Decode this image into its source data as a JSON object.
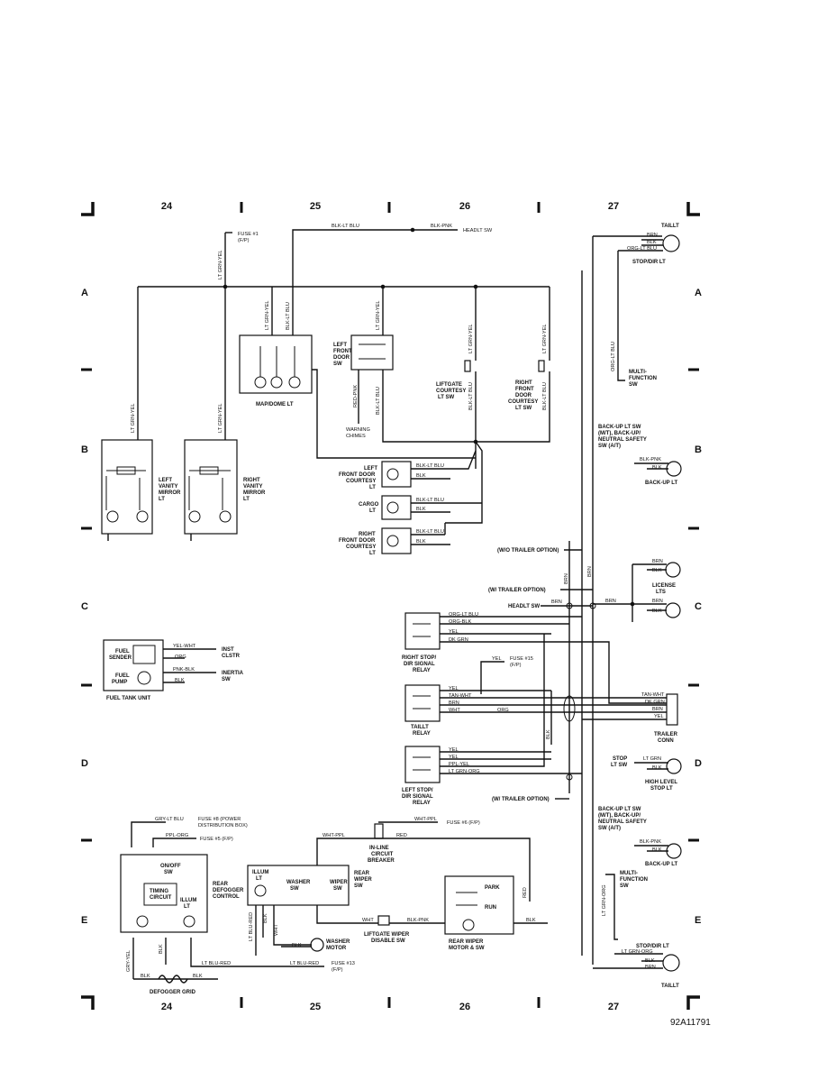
{
  "grid": {
    "columns": [
      "24",
      "25",
      "26",
      "27"
    ],
    "rows": [
      "A",
      "B",
      "C",
      "D",
      "E"
    ]
  },
  "diagram_id": "92A11791",
  "fuses": {
    "fuse1": "FUSE #1",
    "fuse1_sub": "(F/P)",
    "fuse15": "FUSE #15",
    "fuse15_sub": "(F/P)",
    "fuse6": "FUSE #6 (F/P)",
    "fuse8": "FUSE #8 (POWER",
    "fuse8_sub": "DISTRIBUTION BOX)",
    "fuse5": "FUSE #5 (F/P)",
    "fuse13": "FUSE #13",
    "fuse13_sub": "(F/P)"
  },
  "components": {
    "headlt_sw_top": "HEADLT SW",
    "map_dome_lt": "MAP/DOME LT",
    "left_front_door_sw": [
      "LEFT",
      "FRONT",
      "DOOR",
      "SW"
    ],
    "liftgate_courtesy": [
      "LIFTGATE",
      "COURTESY",
      "LT SW"
    ],
    "right_front_door_courtesy": [
      "RIGHT",
      "FRONT",
      "DOOR",
      "COURTESY",
      "LT SW"
    ],
    "warning_chimes": [
      "WARNING",
      "CHIMES"
    ],
    "taillt_top": "TAILLT",
    "stop_dir_lt_top": "STOP/DIR LT",
    "multi_function_sw_top": [
      "MULTI-",
      "FUNCTION",
      "SW"
    ],
    "backup_lt_sw_top": [
      "BACK-UP LT SW",
      "(M/T), BACK-UP/",
      "NEUTRAL SAFETY",
      "SW (A/T)"
    ],
    "backup_lt_top": "BACK-UP LT",
    "left_vanity_mirror": [
      "LEFT",
      "VANITY",
      "MIRROR",
      "LT"
    ],
    "right_vanity_mirror": [
      "RIGHT",
      "VANITY",
      "MIRROR",
      "LT"
    ],
    "left_front_door_courtesy": [
      "LEFT",
      "FRONT DOOR",
      "COURTESY",
      "LT"
    ],
    "cargo_lt": [
      "CARGO",
      "LT"
    ],
    "right_front_door_courtesy_lt": [
      "RIGHT",
      "FRONT DOOR",
      "COURTESY",
      "LT"
    ],
    "wo_trailer_option": "(W/O TRAILER OPTION)",
    "w_trailer_option_1": "(W/ TRAILER OPTION)",
    "w_trailer_option_2": "(W/ TRAILER OPTION)",
    "license_lts": [
      "LICENSE",
      "LTS"
    ],
    "headlt_sw_mid": "HEADLT SW",
    "fuel_sender": [
      "FUEL",
      "SENDER"
    ],
    "fuel_pump": [
      "FUEL",
      "PUMP"
    ],
    "fuel_tank_unit": "FUEL TANK UNIT",
    "inst_clstr": [
      "INST",
      "CLSTR"
    ],
    "inertia_sw": [
      "INERTIA",
      "SW"
    ],
    "right_stop_dir_relay": [
      "RIGHT STOP/",
      "DIR SIGNAL",
      "RELAY"
    ],
    "taillt_relay": [
      "TAILLT",
      "RELAY"
    ],
    "left_stop_dir_relay": [
      "LEFT STOP/",
      "DIR SIGNAL",
      "RELAY"
    ],
    "trailer_conn": [
      "TRAILER",
      "CONN"
    ],
    "stop_lt_sw": [
      "STOP",
      "LT SW"
    ],
    "high_level_stop_lt": [
      "HIGH LEVEL",
      "STOP LT"
    ],
    "backup_lt_sw_bottom": [
      "BACK-UP LT SW",
      "(M/T), BACK-UP/",
      "NEUTRAL SAFETY",
      "SW (A/T)"
    ],
    "backup_lt_bottom": "BACK-UP LT",
    "multi_function_sw_bottom": [
      "MULTI-",
      "FUNCTION",
      "SW"
    ],
    "stop_dir_lt_bottom": "STOP/DIR LT",
    "taillt_bottom": "TAILLT",
    "rear_defogger_control": [
      "REAR",
      "DEFOGGER",
      "CONTROL"
    ],
    "on_off_sw": [
      "ON/OFF",
      "SW"
    ],
    "timing_circuit": [
      "TIMING",
      "CIRCUIT"
    ],
    "illum_lt": [
      "ILLUM",
      "LT"
    ],
    "illum_lt_wiper": [
      "ILLUM",
      "LT"
    ],
    "washer_sw": [
      "WASHER",
      "SW"
    ],
    "wiper_sw": [
      "WIPER",
      "SW"
    ],
    "rear_wiper_sw": [
      "REAR",
      "WIPER",
      "SW"
    ],
    "inline_breaker": [
      "IN-LINE",
      "CIRCUIT",
      "BREAKER"
    ],
    "park": "PARK",
    "run": "RUN",
    "liftgate_wiper_disable": [
      "LIFTGATE WIPER",
      "DISABLE SW"
    ],
    "washer_motor": [
      "WASHER",
      "MOTOR"
    ],
    "rear_wiper_motor": [
      "REAR WIPER",
      "MOTOR & SW"
    ],
    "defogger_grid": "DEFOGGER GRID"
  },
  "wires": {
    "lt_grn_yel": "LT GRN-YEL",
    "blk_lt_blu": "BLK-LT BLU",
    "blk_pnk": "BLK-PNK",
    "brn": "BRN",
    "blk": "BLK",
    "org_lt_blu": "ORG-LT BLU",
    "org_blk": "ORG-BLK",
    "red_pnk": "RED-PNK",
    "yel": "YEL",
    "dk_grn": "DK GRN",
    "tan_wht": "TAN-WHT",
    "wht": "WHT",
    "org": "ORG",
    "yel_wht": "YEL-WHT",
    "pnk_blk": "PNK-BLK",
    "ppl_yel": "PPL-YEL",
    "lt_grn_org": "LT GRN-ORG",
    "lt_grn": "LT GRN",
    "gry_lt_blu": "GRY-LT BLU",
    "ppl_org": "PPL-ORG",
    "wht_ppl": "WHT-PPL",
    "red": "RED",
    "lt_blu_red": "LT BLU-RED",
    "gry_yel": "GRY-YEL"
  }
}
